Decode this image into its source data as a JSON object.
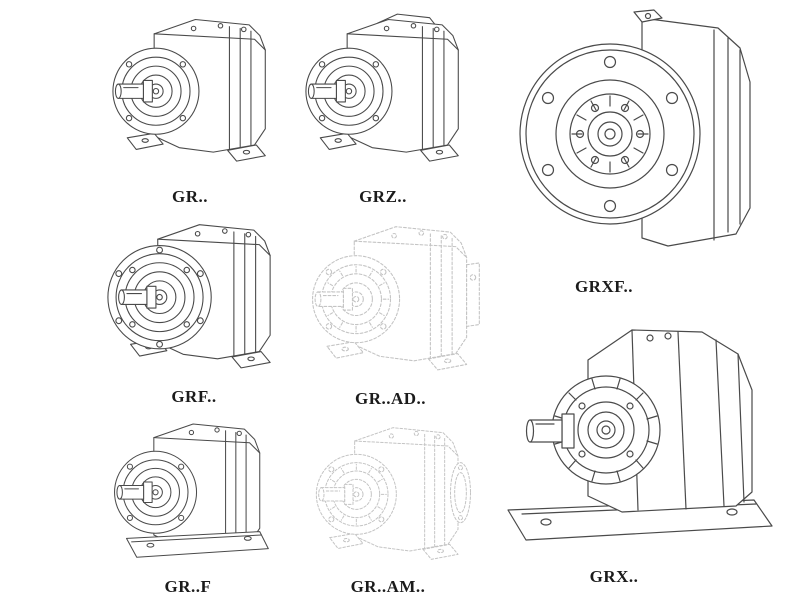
{
  "figures": {
    "gr": {
      "label": "GR.."
    },
    "grz": {
      "label": "GRZ.."
    },
    "grxf": {
      "label": "GRXF.."
    },
    "grf": {
      "label": "GRF.."
    },
    "grad": {
      "label": "GR..AD.."
    },
    "grx": {
      "label": "GRX.."
    },
    "grff": {
      "label": "GR..F"
    },
    "gram": {
      "label": "GR..AM.."
    }
  },
  "colors": {
    "ink": "#4a4a4a",
    "ghost": "#c4c4c4",
    "background": "#ffffff"
  }
}
